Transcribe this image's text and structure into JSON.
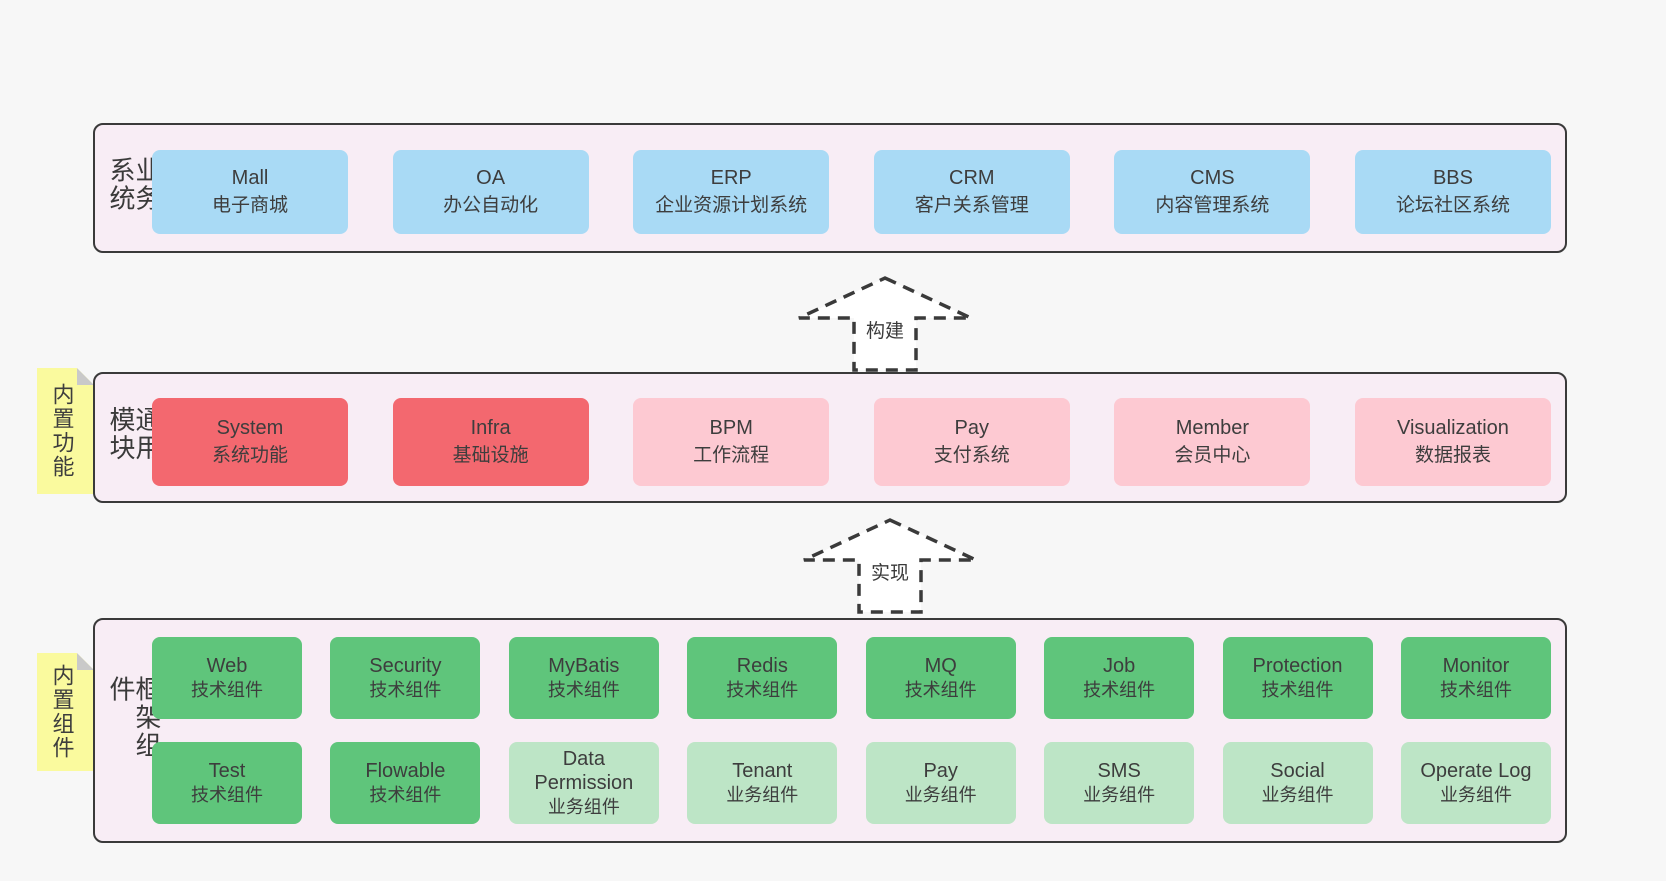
{
  "business_layer": {
    "label": "业务系统",
    "systems": [
      {
        "name": "Mall",
        "desc": "电子商城"
      },
      {
        "name": "OA",
        "desc": "办公自动化"
      },
      {
        "name": "ERP",
        "desc": "企业资源计划系统"
      },
      {
        "name": "CRM",
        "desc": "客户关系管理"
      },
      {
        "name": "CMS",
        "desc": "内容管理系统"
      },
      {
        "name": "BBS",
        "desc": "论坛社区系统"
      }
    ]
  },
  "build_arrow": {
    "label": "构建"
  },
  "module_layer": {
    "label": "通用模块",
    "sticky_note": "内置功能",
    "modules": [
      {
        "name": "System",
        "desc": "系统功能"
      },
      {
        "name": "Infra",
        "desc": "基础设施"
      },
      {
        "name": "BPM",
        "desc": "工作流程"
      },
      {
        "name": "Pay",
        "desc": "支付系统"
      },
      {
        "name": "Member",
        "desc": "会员中心"
      },
      {
        "name": "Visualization",
        "desc": "数据报表"
      }
    ]
  },
  "implement_arrow": {
    "label": "实现"
  },
  "framework_layer": {
    "label": "框架组件",
    "sticky_note": "内置组件",
    "row1": [
      {
        "name": "Web",
        "desc": "技术组件"
      },
      {
        "name": "Security",
        "desc": "技术组件"
      },
      {
        "name": "MyBatis",
        "desc": "技术组件"
      },
      {
        "name": "Redis",
        "desc": "技术组件"
      },
      {
        "name": "MQ",
        "desc": "技术组件"
      },
      {
        "name": "Job",
        "desc": "技术组件"
      },
      {
        "name": "Protection",
        "desc": "技术组件"
      },
      {
        "name": "Monitor",
        "desc": "技术组件"
      }
    ],
    "row2": [
      {
        "name": "Test",
        "desc": "技术组件"
      },
      {
        "name": "Flowable",
        "desc": "技术组件"
      },
      {
        "name": "Data Permission",
        "desc": "业务组件"
      },
      {
        "name": "Tenant",
        "desc": "业务组件"
      },
      {
        "name": "Pay",
        "desc": "业务组件"
      },
      {
        "name": "SMS",
        "desc": "业务组件"
      },
      {
        "name": "Social",
        "desc": "业务组件"
      },
      {
        "name": "Operate Log",
        "desc": "业务组件"
      }
    ]
  },
  "colors": {
    "page_bg": "#f7f7f7",
    "panel_bg": "#f8edf5",
    "panel_border": "#3a3a3a",
    "blue": "#a9daf5",
    "red": "#f3686f",
    "pink": "#fdc9d2",
    "green": "#5fc57b",
    "light_green": "#bde5c6",
    "sticky_yellow": "#fafa9e",
    "fold_gray": "#c9c9c9",
    "text": "#3a3a3a"
  }
}
